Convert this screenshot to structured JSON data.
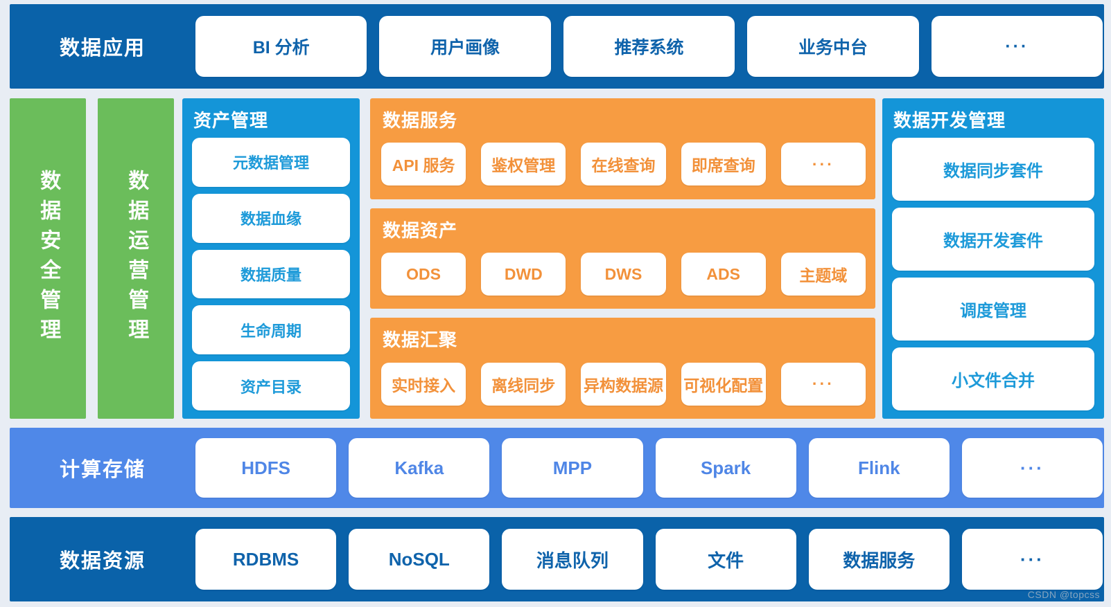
{
  "rows": {
    "application": {
      "title": "数据应用",
      "bg": "#0a62a9",
      "cards": [
        "BI 分析",
        "用户画像",
        "推荐系统",
        "业务中台",
        "···"
      ]
    },
    "compute": {
      "title": "计算存储",
      "bg": "#4f88e8",
      "cards": [
        "HDFS",
        "Kafka",
        "MPP",
        "Spark",
        "Flink",
        "···"
      ]
    },
    "resource": {
      "title": "数据资源",
      "bg": "#0a62a9",
      "cards": [
        "RDBMS",
        "NoSQL",
        "消息队列",
        "文件",
        "数据服务",
        "···"
      ]
    }
  },
  "vertical_columns": [
    {
      "label": "数据安全管理",
      "bg": "#6bbd5b"
    },
    {
      "label": "数据运营管理",
      "bg": "#6bbd5b"
    }
  ],
  "asset_panel": {
    "title": "资产管理",
    "bg": "#1495d8",
    "items": [
      "元数据管理",
      "数据血缘",
      "数据质量",
      "生命周期",
      "资产目录"
    ]
  },
  "orange_panels": [
    {
      "title": "数据服务",
      "bg": "#f79c42",
      "items": [
        "API 服务",
        "鉴权管理",
        "在线查询",
        "即席查询",
        "···"
      ]
    },
    {
      "title": "数据资产",
      "bg": "#f79c42",
      "items": [
        "ODS",
        "DWD",
        "DWS",
        "ADS",
        "主题域"
      ]
    },
    {
      "title": "数据汇聚",
      "bg": "#f79c42",
      "items": [
        "实时接入",
        "离线同步",
        "异构数据源",
        "可视化配置",
        "···"
      ]
    }
  ],
  "dev_panel": {
    "title": "数据开发管理",
    "bg": "#1495d8",
    "items": [
      "数据同步套件",
      "数据开发套件",
      "调度管理",
      "小文件合并"
    ]
  },
  "watermark": "CSDN @topcss",
  "colors": {
    "page_background": "#e8edf4",
    "dark_blue": "#0a62a9",
    "light_blue": "#1495d8",
    "green": "#6bbd5b",
    "orange": "#f79c42",
    "periwinkle": "#4f88e8",
    "card_white": "#ffffff"
  }
}
